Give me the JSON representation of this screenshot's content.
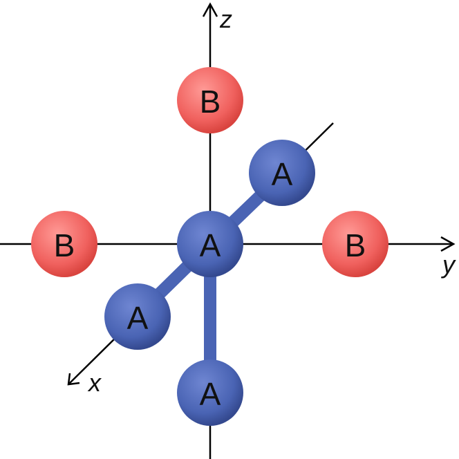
{
  "axes": {
    "x_label": "x",
    "y_label": "y",
    "z_label": "z"
  },
  "atoms": {
    "center": "A",
    "z_top": "B",
    "y_left": "B",
    "y_right": "B",
    "back_diag": "A",
    "front_diag": "A",
    "z_bottom": "A"
  },
  "colors": {
    "atom_a": "#4a64b4",
    "atom_b": "#f0615e",
    "axis_line": "#000000"
  }
}
